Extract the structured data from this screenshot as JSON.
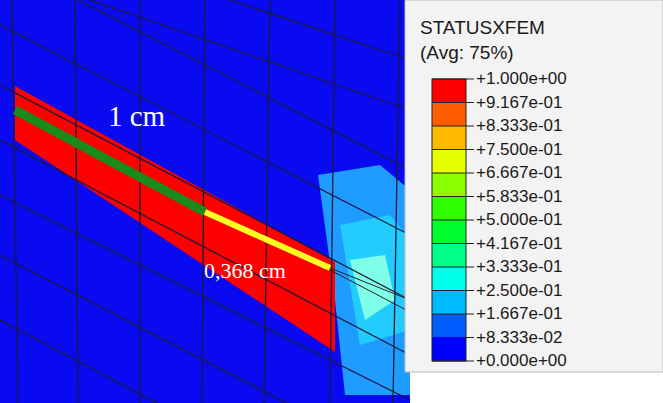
{
  "diagram": {
    "labels": [
      "1 cm",
      "0,368 cm",
      "STATUSXFEM",
      "(Avg: 75%)"
    ],
    "legend": [
      {
        "text": "+1.000e+00",
        "color": "#ff0000"
      },
      {
        "text": "+9.167e-01",
        "color": "#ff5e00"
      },
      {
        "text": "+8.333e-01",
        "color": "#ffba00"
      },
      {
        "text": "+7.500e-01",
        "color": "#e8ff00"
      },
      {
        "text": "+6.667e-01",
        "color": "#8bff00"
      },
      {
        "text": "+5.833e-01",
        "color": "#2eff00"
      },
      {
        "text": "+5.000e-01",
        "color": "#00ff2e"
      },
      {
        "text": "+4.167e-01",
        "color": "#00ff8b"
      },
      {
        "text": "+3.333e-01",
        "color": "#00ffe8"
      },
      {
        "text": "+2.500e-01",
        "color": "#00baff"
      },
      {
        "text": "+1.667e-01",
        "color": "#005eff"
      },
      {
        "text": "+8.333e-02",
        "color": "#0000ff"
      },
      {
        "text": "+0.000e+00"
      }
    ]
  }
}
